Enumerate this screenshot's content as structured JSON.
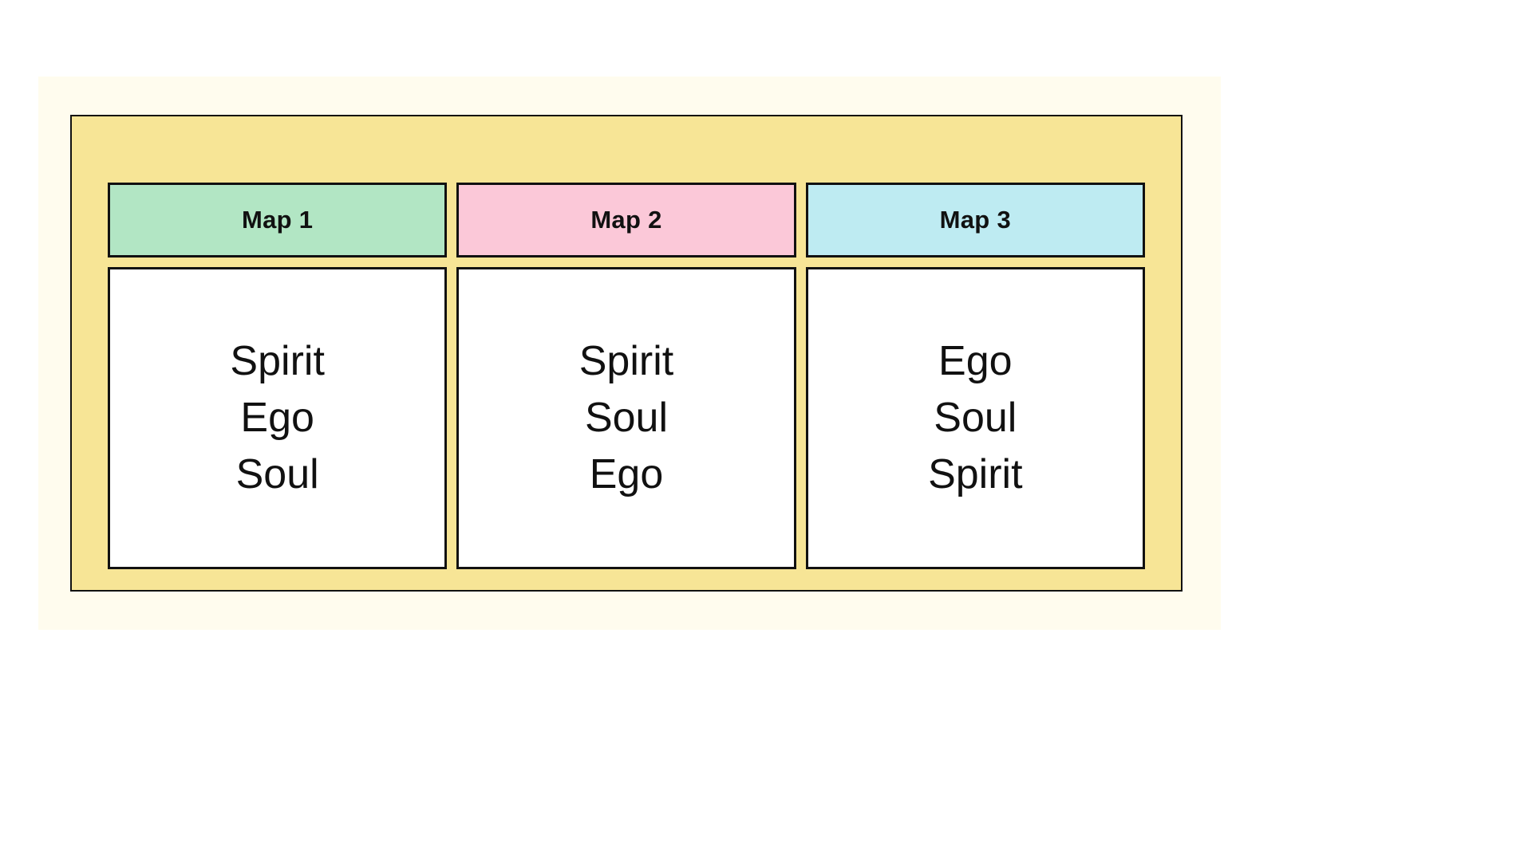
{
  "canvas": {
    "background_color": "#FFFFFF",
    "mat_color": "#FFFCEE",
    "frame_color": "#F7E596",
    "border_color": "#111111"
  },
  "maps": [
    {
      "header_label": "Map 1",
      "header_color": "#B2E6C4",
      "items": [
        "Spirit",
        "Ego",
        "Soul"
      ]
    },
    {
      "header_label": "Map 2",
      "header_color": "#FBC8D8",
      "items": [
        "Spirit",
        "Soul",
        "Ego"
      ]
    },
    {
      "header_label": "Map 3",
      "header_color": "#BEEBF2",
      "items": [
        "Ego",
        "Soul",
        "Spirit"
      ]
    }
  ]
}
